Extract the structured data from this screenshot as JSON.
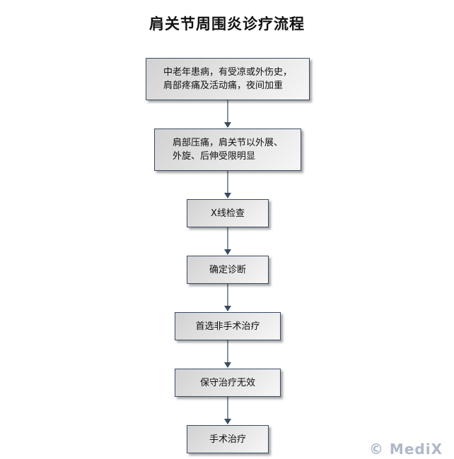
{
  "title": "肩关节周围炎诊疗流程",
  "steps": [
    "中老年患病，有受凉或外伤史，\n肩部疼痛及活动痛，夜间加重",
    "肩部压痛，肩关节以外展、\n外旋、后伸受限明显",
    "X线检查",
    "确定诊断",
    "首选非手术治疗",
    "保守治疗无效",
    "手术治疗"
  ],
  "watermark": "© MediX",
  "colors": {
    "border": "#3a4a63",
    "arrow": "#3a4a63"
  }
}
